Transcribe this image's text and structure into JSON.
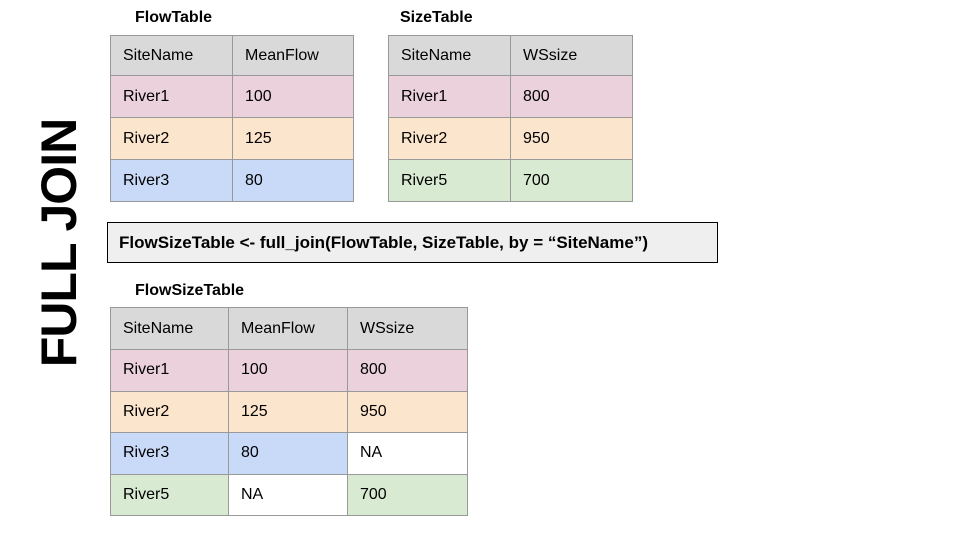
{
  "label": {
    "text": "FULL JOIN"
  },
  "colors": {
    "river1_row": "#ead1dc",
    "river2_row": "#fce5cd",
    "river3_row": "#c9daf8",
    "river5_row": "#d9ead3",
    "na_cell": "#ffffff",
    "header_bg": "#d9d9d9",
    "table_border": "#999999",
    "code_box_bg": "#efefef",
    "code_box_border": "#000000"
  },
  "code_box": {
    "text": "FlowSizeTable <- full_join(FlowTable, SizeTable, by = “SiteName”)"
  },
  "tables": {
    "flow": {
      "title": "FlowTable",
      "headers": [
        "SiteName",
        "MeanFlow"
      ],
      "rows": [
        [
          "River1",
          "100"
        ],
        [
          "River2",
          "125"
        ],
        [
          "River3",
          "80"
        ]
      ],
      "row_colors": [
        "pink",
        "peach",
        "blue"
      ]
    },
    "size": {
      "title": "SizeTable",
      "headers": [
        "SiteName",
        "WSsize"
      ],
      "rows": [
        [
          "River1",
          "800"
        ],
        [
          "River2",
          "950"
        ],
        [
          "River5",
          "700"
        ]
      ],
      "row_colors": [
        "pink",
        "peach",
        "green"
      ]
    },
    "result": {
      "title": "FlowSizeTable",
      "headers": [
        "SiteName",
        "MeanFlow",
        "WSsize"
      ],
      "rows": [
        [
          "River1",
          "100",
          "800"
        ],
        [
          "River2",
          "125",
          "950"
        ],
        [
          "River3",
          "80",
          "NA"
        ],
        [
          "River5",
          "NA",
          "700"
        ]
      ],
      "cell_colors": [
        [
          "pink",
          "pink",
          "pink"
        ],
        [
          "peach",
          "peach",
          "peach"
        ],
        [
          "blue",
          "blue",
          "white"
        ],
        [
          "green",
          "white",
          "green"
        ]
      ]
    }
  }
}
